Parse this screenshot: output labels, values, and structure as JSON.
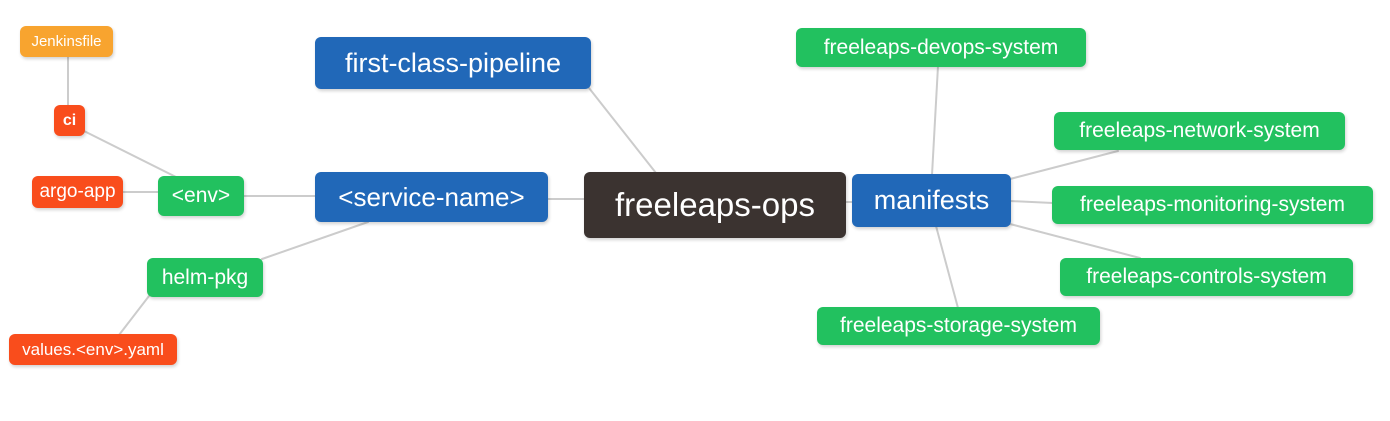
{
  "diagram": {
    "type": "mindmap",
    "root": "freeleaps-ops",
    "background": "#ffffff",
    "edge_color": "#cccccc",
    "palette": {
      "blue": "#2168b8",
      "green": "#22c15f",
      "orange": "#f8a42f",
      "red": "#f94d1c",
      "dark": "#3b3330",
      "text": "#ffffff"
    },
    "nodes": {
      "root": {
        "label": "freeleaps-ops",
        "color": "dark"
      },
      "first_class_pipeline": {
        "label": "first-class-pipeline",
        "color": "blue"
      },
      "service_name": {
        "label": "<service-name>",
        "color": "blue"
      },
      "manifests": {
        "label": "manifests",
        "color": "blue"
      },
      "env": {
        "label": "<env>",
        "color": "green"
      },
      "helm_pkg": {
        "label": "helm-pkg",
        "color": "green"
      },
      "jenkinsfile": {
        "label": "Jenkinsfile",
        "color": "orange"
      },
      "ci": {
        "label": "ci",
        "color": "red"
      },
      "argo_app": {
        "label": "argo-app",
        "color": "red"
      },
      "values_env_yaml": {
        "label": "values.<env>.yaml",
        "color": "red"
      },
      "devops_system": {
        "label": "freeleaps-devops-system",
        "color": "green"
      },
      "network_system": {
        "label": "freeleaps-network-system",
        "color": "green"
      },
      "monitoring_system": {
        "label": "freeleaps-monitoring-system",
        "color": "green"
      },
      "controls_system": {
        "label": "freeleaps-controls-system",
        "color": "green"
      },
      "storage_system": {
        "label": "freeleaps-storage-system",
        "color": "green"
      }
    },
    "edges": [
      [
        "jenkinsfile",
        "ci"
      ],
      [
        "ci",
        "env"
      ],
      [
        "argo_app",
        "env"
      ],
      [
        "env",
        "service_name"
      ],
      [
        "service_name",
        "helm_pkg"
      ],
      [
        "helm_pkg",
        "values_env_yaml"
      ],
      [
        "first_class_pipeline",
        "root"
      ],
      [
        "service_name",
        "root"
      ],
      [
        "root",
        "manifests"
      ],
      [
        "devops_system",
        "manifests"
      ],
      [
        "manifests",
        "network_system"
      ],
      [
        "manifests",
        "monitoring_system"
      ],
      [
        "manifests",
        "controls_system"
      ],
      [
        "manifests",
        "storage_system"
      ]
    ]
  }
}
